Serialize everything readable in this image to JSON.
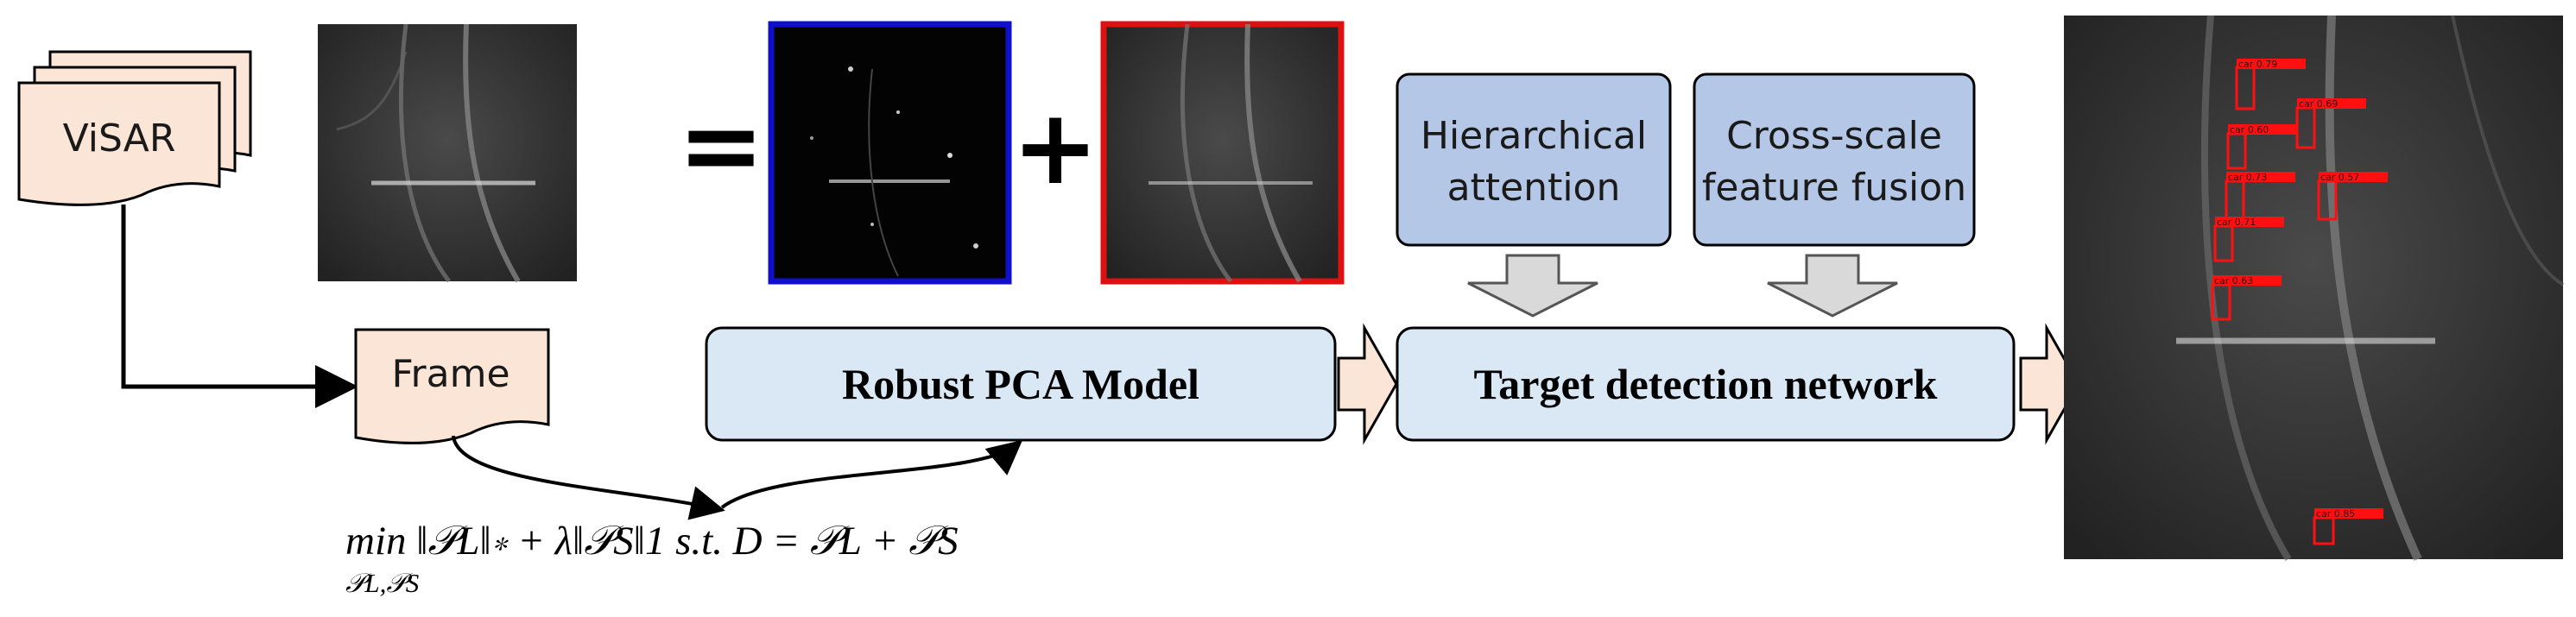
{
  "source": {
    "label": "ViSAR"
  },
  "frame": {
    "label": "Frame"
  },
  "equals_symbol": "=",
  "plus_symbol": "+",
  "rpca": {
    "label": "Robust PCA Model"
  },
  "modules": [
    {
      "label_lines": [
        "Hierarchical",
        "attention"
      ]
    },
    {
      "label_lines": [
        "Cross-scale",
        "feature fusion"
      ]
    }
  ],
  "detector": {
    "label": "Target detection network"
  },
  "formula": {
    "main": "min ‖𝒫L‖∗ + λ‖𝒫S‖1  s.t.  D = 𝒫L + 𝒫S",
    "subscript": "𝒫L,𝒫S"
  },
  "detections": [
    {
      "label": "car 0.79"
    },
    {
      "label": "car 0.60"
    },
    {
      "label": "car 0.69"
    },
    {
      "label": "car 0.73"
    },
    {
      "label": "car 0.57"
    },
    {
      "label": "car 0.71"
    },
    {
      "label": "car 0.63"
    },
    {
      "label": "car 0.85"
    }
  ],
  "colors": {
    "doc_fill": "#fbe5d6",
    "module_fill": "#b4c7e7",
    "process_fill": "#dae8f6",
    "arrow_peach": "#fbe5d6",
    "arrow_gray": "#d9d9d9",
    "lowrank_border": "#1010cc",
    "sparse_border": "#dd1111",
    "detection_red": "#ff1010"
  }
}
